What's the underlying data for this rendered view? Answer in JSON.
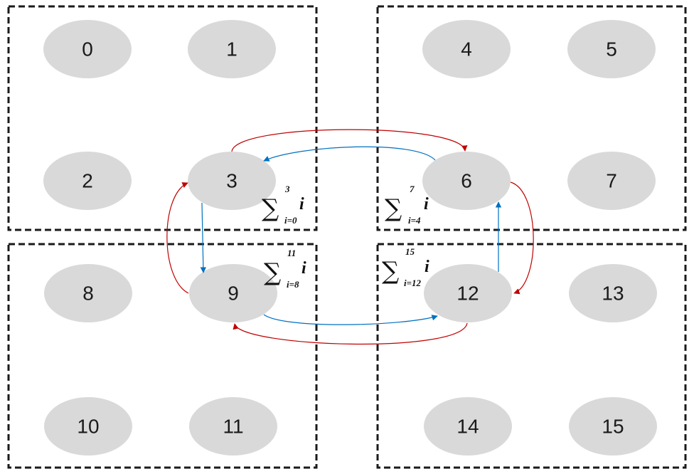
{
  "colors": {
    "node_fill": "#d9d9d9",
    "border": "#1a1a1a",
    "forward_arrow": "#c00000",
    "backward_arrow": "#0070c0"
  },
  "nodes": [
    "0",
    "1",
    "2",
    "3",
    "4",
    "5",
    "6",
    "7",
    "8",
    "9",
    "10",
    "11",
    "12",
    "13",
    "14",
    "15"
  ],
  "sums": [
    {
      "sigma": "∑",
      "upper": "3",
      "lower": "i=0",
      "var": "i"
    },
    {
      "sigma": "∑",
      "upper": "7",
      "lower": "i=4",
      "var": "i"
    },
    {
      "sigma": "∑",
      "upper": "11",
      "lower": "i=8",
      "var": "i"
    },
    {
      "sigma": "∑",
      "upper": "15",
      "lower": "i=12",
      "var": "i"
    }
  ]
}
